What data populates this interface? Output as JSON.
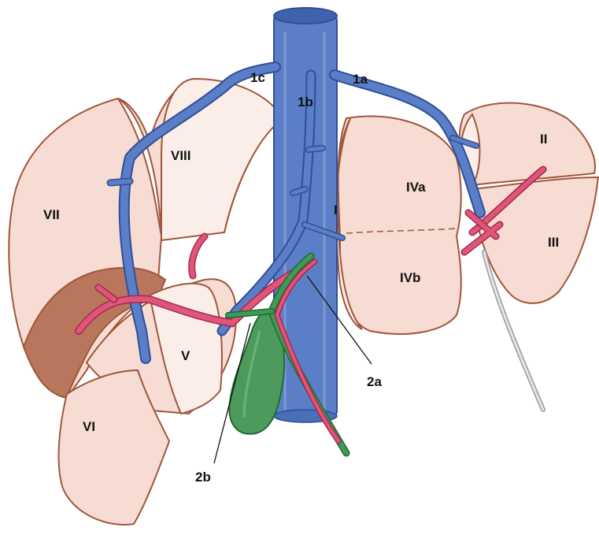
{
  "labels": {
    "seg_i": "I",
    "seg_ii": "II",
    "seg_iii": "III",
    "seg_iva": "IVa",
    "seg_ivb": "IVb",
    "seg_v": "V",
    "seg_vi": "VI",
    "seg_vii": "VII",
    "seg_viii": "VIII",
    "vein_1a": "1a",
    "vein_1b": "1b",
    "vein_1c": "1c",
    "pedicle_2a": "2a",
    "pedicle_2b": "2b"
  },
  "colors": {
    "parenchyma": "#f6dcd2",
    "parenchyma_outline": "#a0563c",
    "hepatic_veins": "#5b7fc6",
    "arteries": "#e0557a",
    "bile_ducts_gallbladder": "#3f9a55",
    "ligament_cord": "#c9c9c9"
  }
}
